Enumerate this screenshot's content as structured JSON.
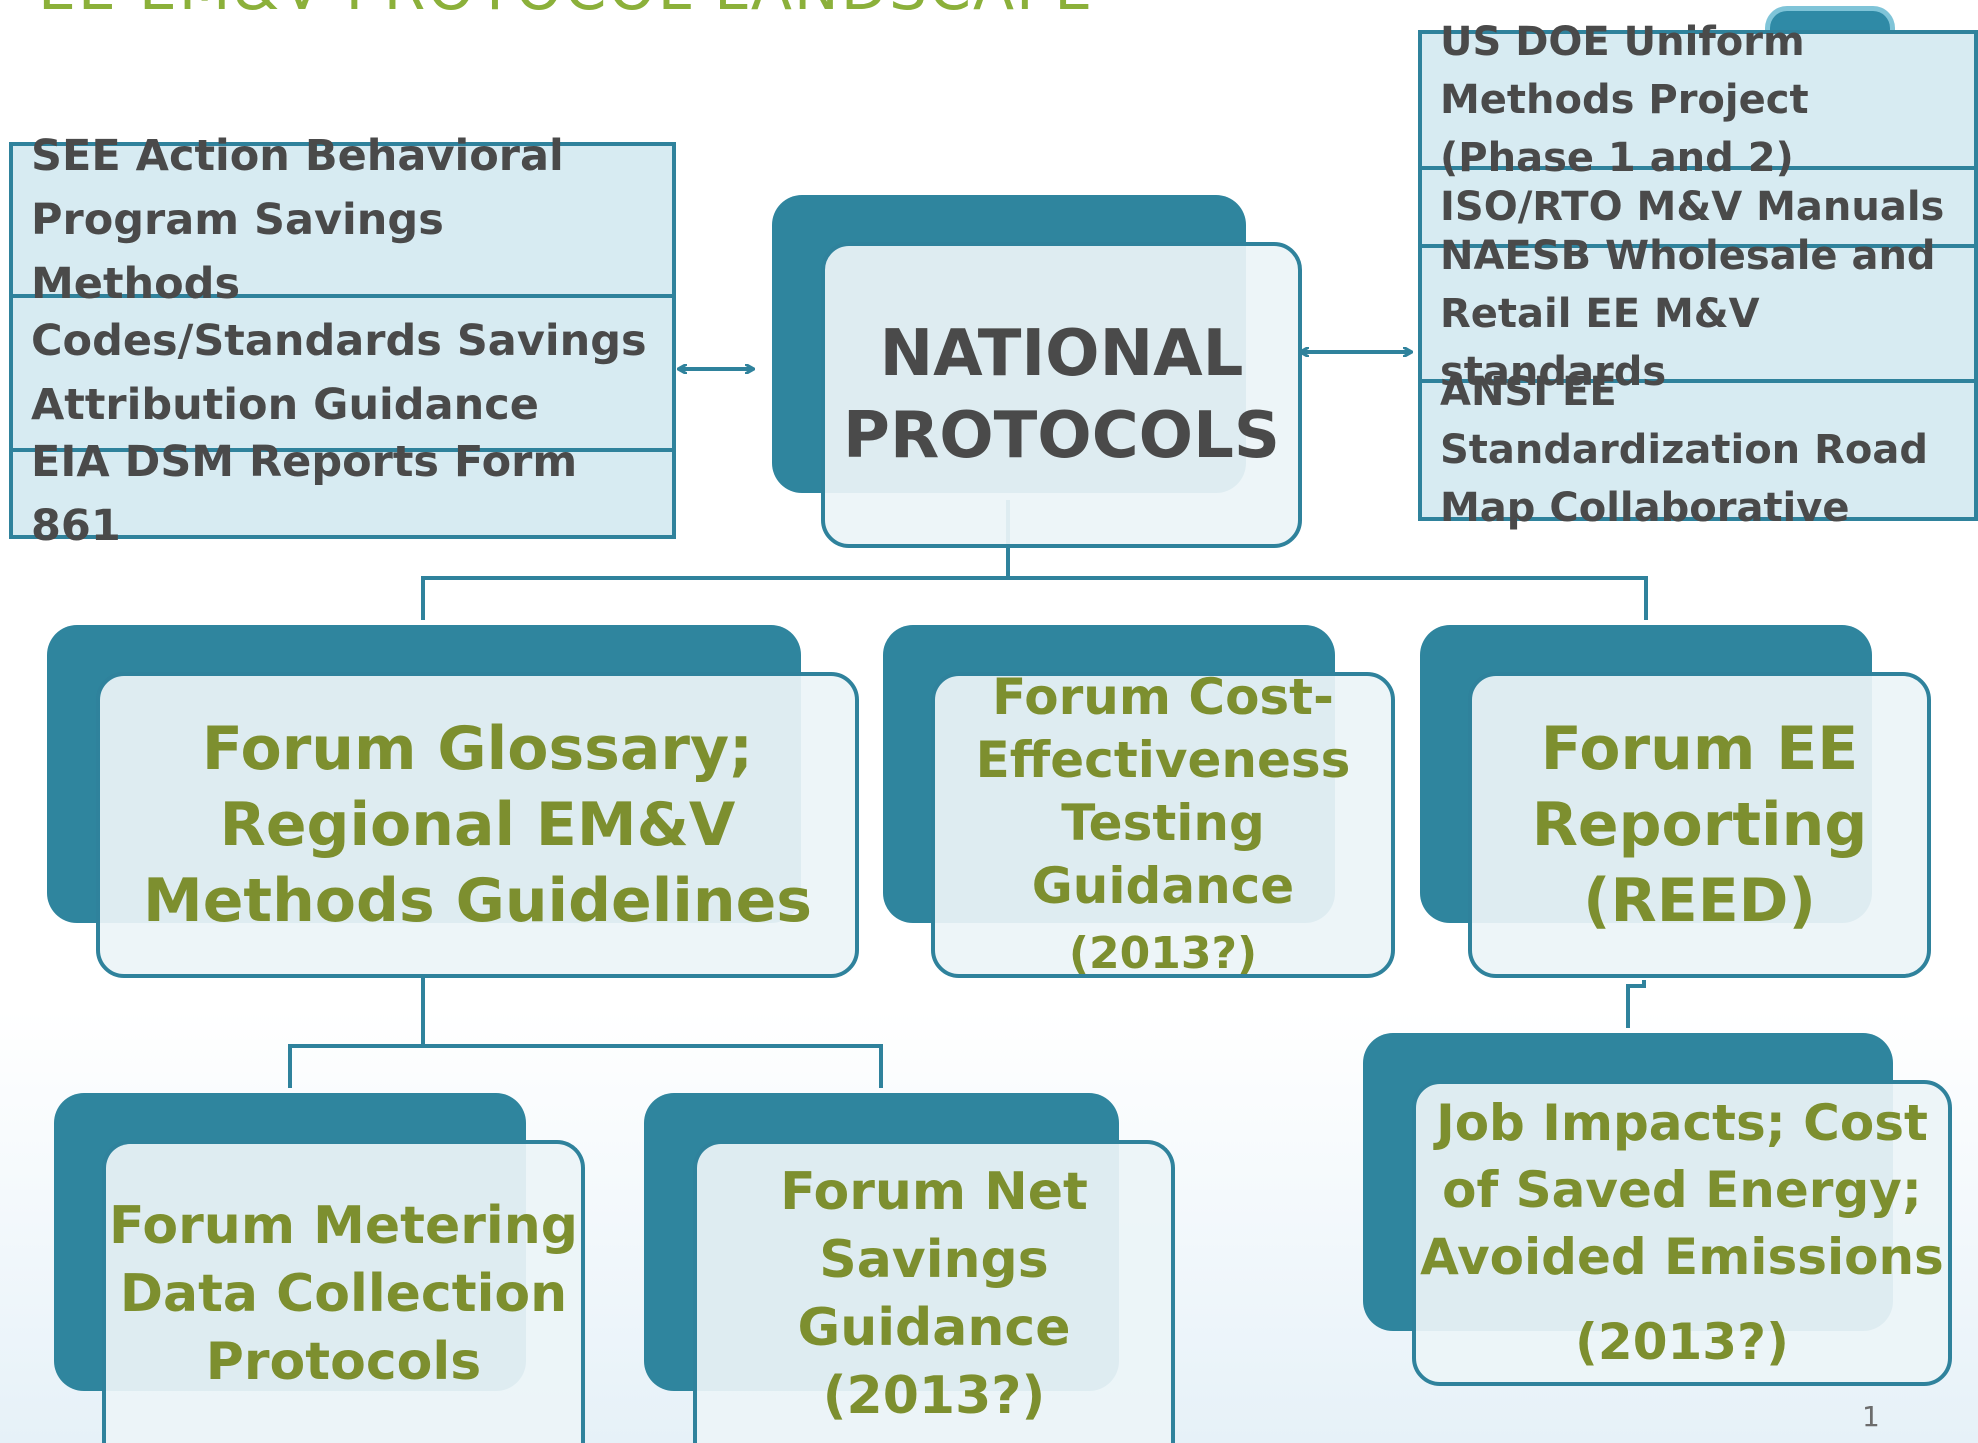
{
  "slide": {
    "title": "EE EM&V PROTOCOL LANDSCAPE",
    "page_number": "1"
  },
  "left_refs": [
    {
      "label": "SEE Action Behavioral Program Savings Methods"
    },
    {
      "label": "Codes/Standards Savings Attribution Guidance"
    },
    {
      "label": "EIA DSM Reports Form 861"
    }
  ],
  "right_refs": [
    {
      "label": "US DOE Uniform Methods Project (Phase 1 and 2)"
    },
    {
      "label": "ISO/RTO M&V Manuals"
    },
    {
      "label": "NAESB Wholesale and Retail EE M&V standards"
    },
    {
      "label": "ANSI EE Standardization Road Map Collaborative"
    }
  ],
  "national": {
    "line1": "NATIONAL",
    "line2": "PROTOCOLS"
  },
  "level2": {
    "glossary": {
      "line1": "Forum Glossary;",
      "line2": "Regional EM&V",
      "line3": "Methods Guidelines"
    },
    "cost": {
      "line1": "Forum Cost-",
      "line2": "Effectiveness",
      "line3": "Testing",
      "line4": "Guidance",
      "line4_suffix": " (2013?)"
    },
    "reporting": {
      "line1": "Forum EE",
      "line2": "Reporting",
      "line3": "(REED)"
    }
  },
  "level3": {
    "metering": {
      "line1": "Forum Metering",
      "line2": "Data Collection",
      "line3": "Protocols"
    },
    "net_savings": {
      "line1": "Forum Net",
      "line2": "Savings",
      "line3": "Guidance",
      "line4": "(2013?)"
    },
    "job_impacts": {
      "line1": "Job Impacts; Cost",
      "line2": "of Saved Energy;",
      "line3": "Avoided Emissions",
      "line4": "(2013?)"
    }
  },
  "colors": {
    "teal": "#2f859e",
    "card_fill": "#ecf4f8",
    "olive_text": "#7d8f2f",
    "gray_text": "#4a4a4a",
    "ref_fill": "#d7ebf2"
  }
}
